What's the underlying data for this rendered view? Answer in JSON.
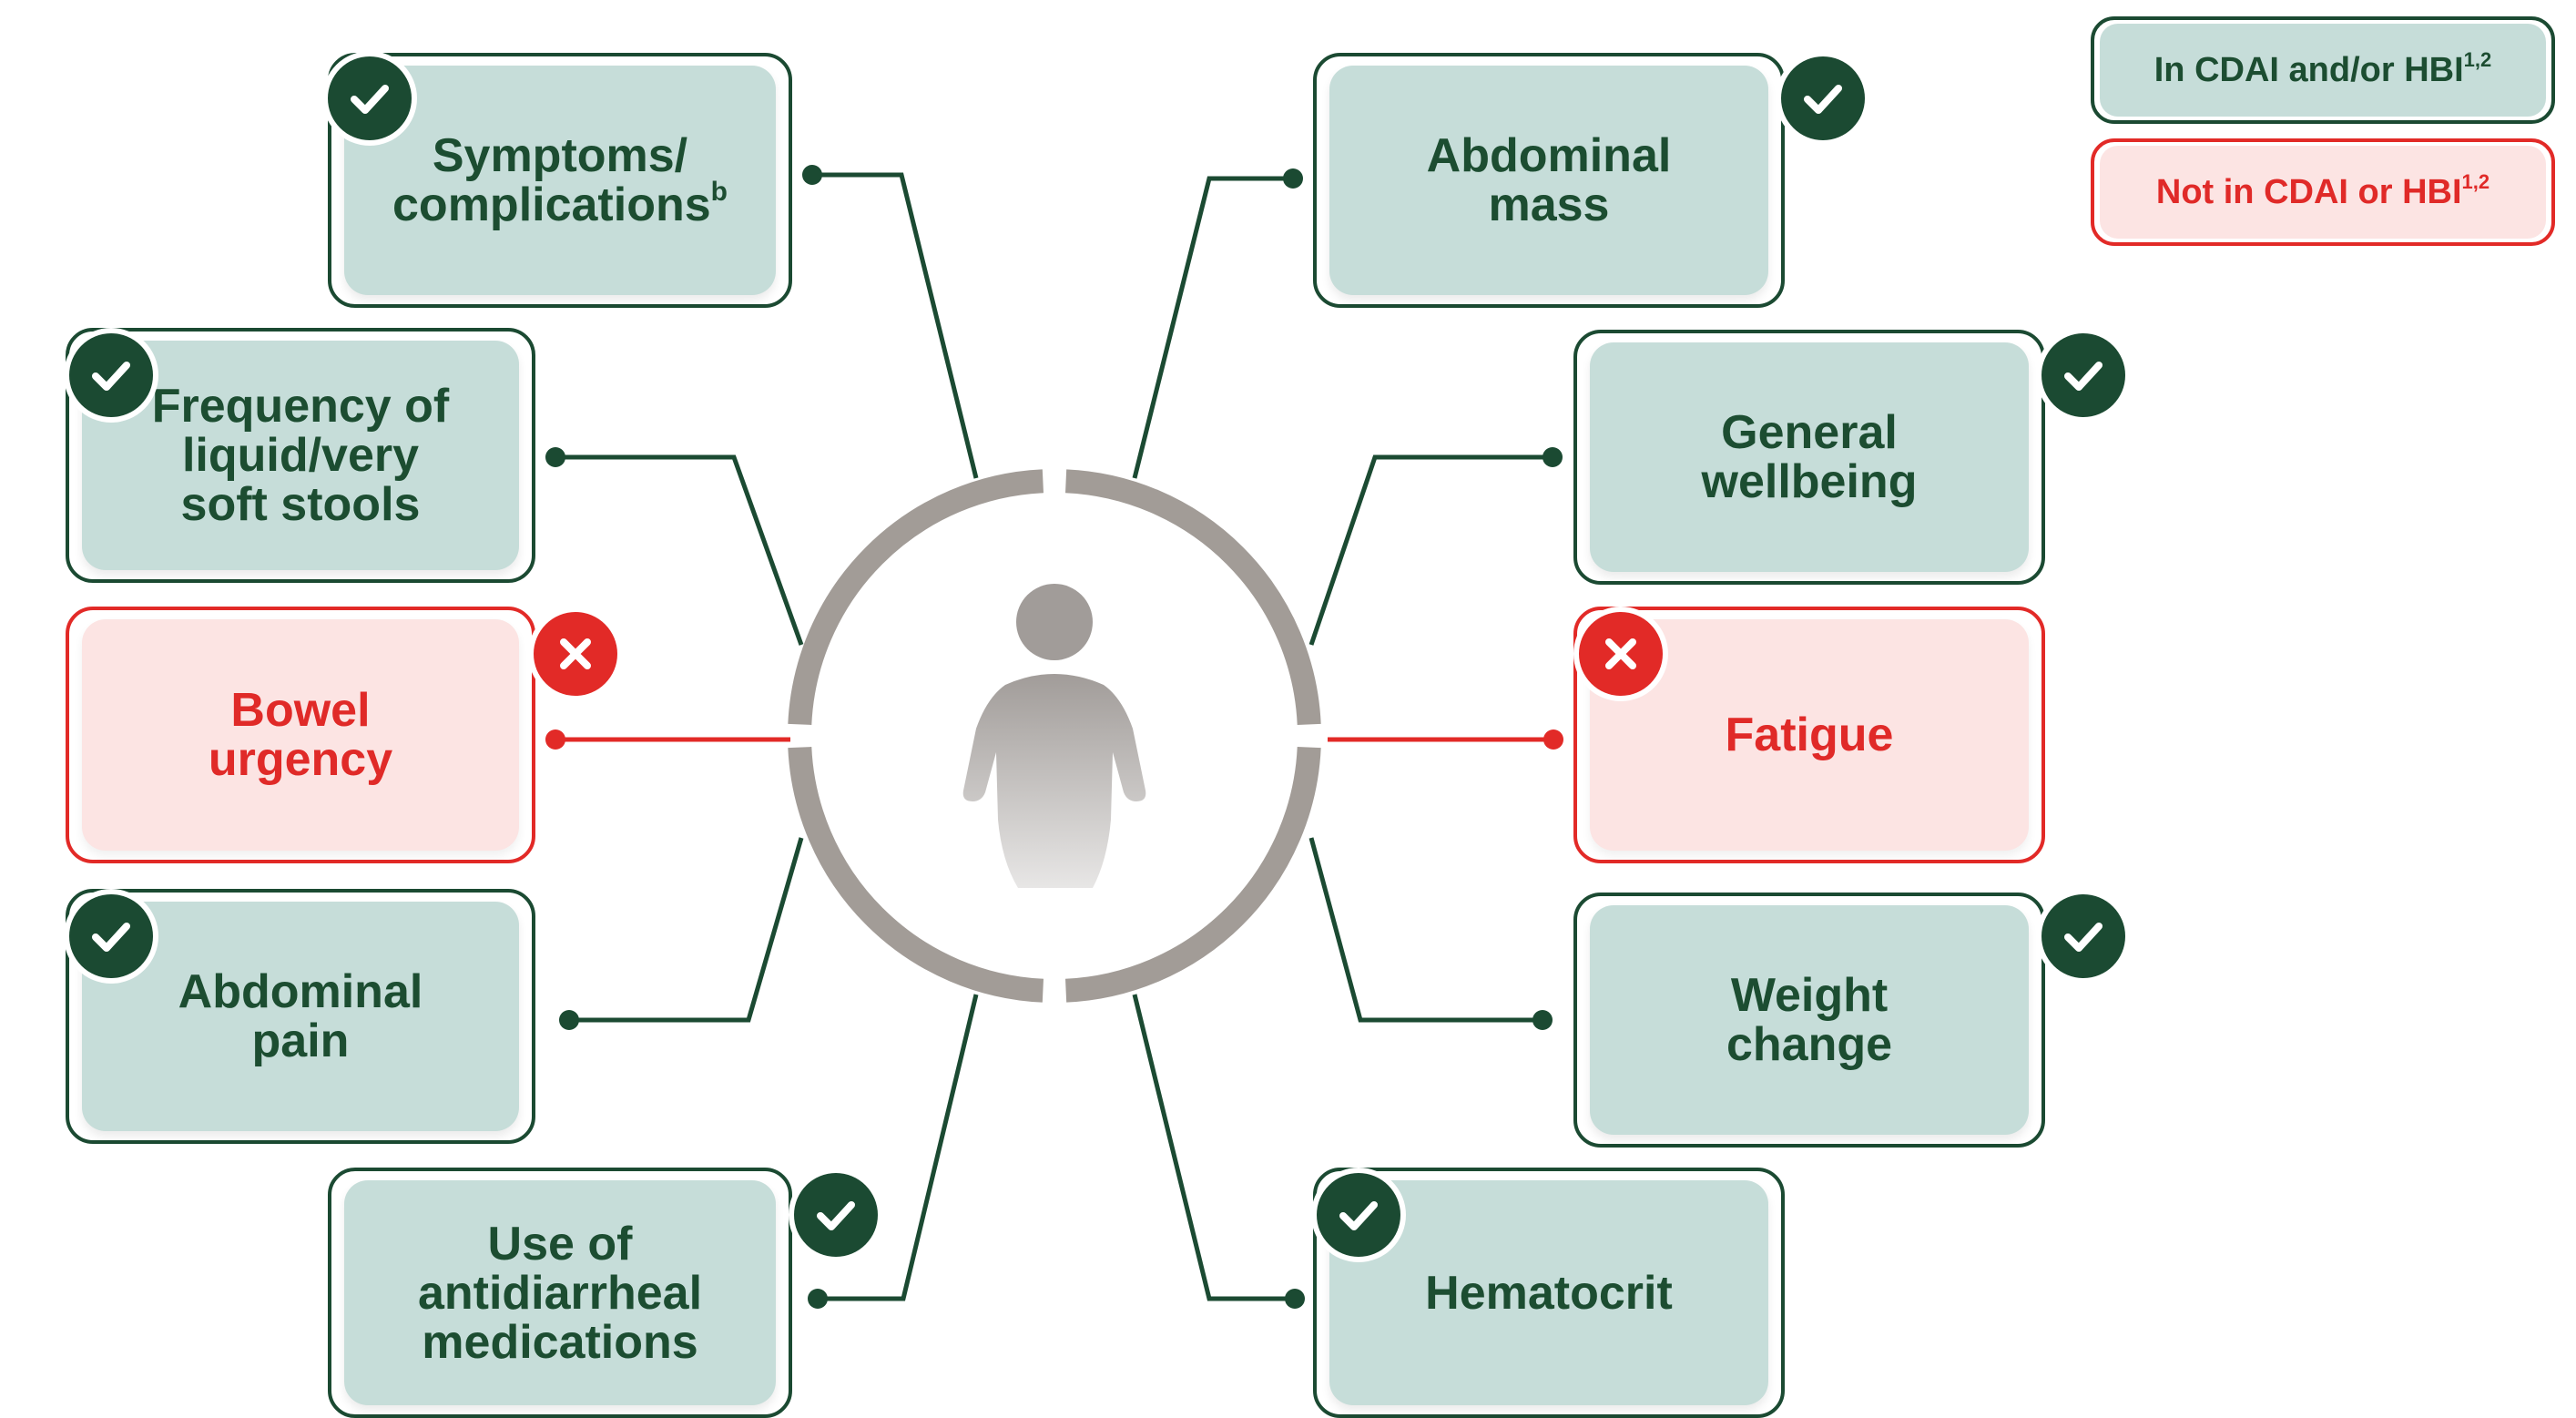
{
  "colors": {
    "included_dark": "#1b4a32",
    "included_fill": "#c6ddd9",
    "excluded_accent": "#e22a27",
    "excluded_fill": "#fce4e3",
    "hub_ring": "#a29c97",
    "person": "#a19c99"
  },
  "legend": {
    "included": {
      "label": "In CDAI and/or HBI",
      "refs": "1,2"
    },
    "excluded": {
      "label": "Not in CDAI or HBI",
      "refs": "1,2"
    }
  },
  "hub": {
    "icon": "person-icon"
  },
  "factors": [
    {
      "id": "symptoms",
      "label": "Symptoms/\ncomplications",
      "footnote": "b",
      "status": "included",
      "icon": "check-icon"
    },
    {
      "id": "frequency",
      "label": "Frequency of\nliquid/very\nsoft stools",
      "status": "included",
      "icon": "check-icon"
    },
    {
      "id": "urgency",
      "label": "Bowel\nurgency",
      "status": "excluded",
      "icon": "x-icon"
    },
    {
      "id": "abdominal-pain",
      "label": "Abdominal\npain",
      "status": "included",
      "icon": "check-icon"
    },
    {
      "id": "antidiarrheal",
      "label": "Use of\nantidiarrheal\nmedications",
      "status": "included",
      "icon": "check-icon"
    },
    {
      "id": "abdominal-mass",
      "label": "Abdominal\nmass",
      "status": "included",
      "icon": "check-icon"
    },
    {
      "id": "wellbeing",
      "label": "General\nwellbeing",
      "status": "included",
      "icon": "check-icon"
    },
    {
      "id": "fatigue",
      "label": "Fatigue",
      "status": "excluded",
      "icon": "x-icon"
    },
    {
      "id": "weight",
      "label": "Weight\nchange",
      "status": "included",
      "icon": "check-icon"
    },
    {
      "id": "hematocrit",
      "label": "Hematocrit",
      "status": "included",
      "icon": "check-icon"
    }
  ]
}
